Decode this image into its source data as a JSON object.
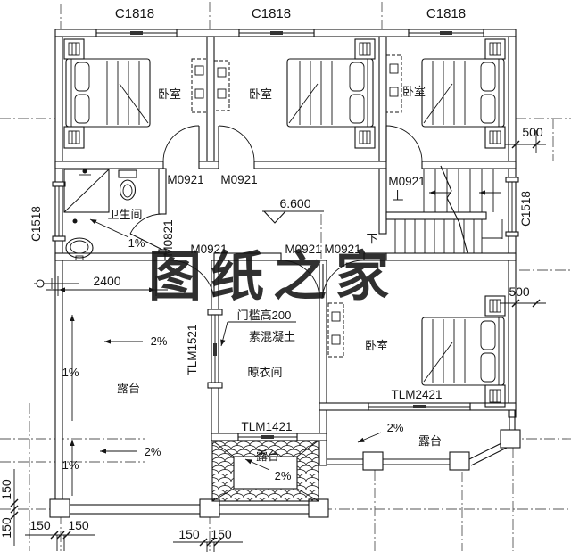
{
  "drawing": {
    "watermark": "图纸之家",
    "elevation": "6.600",
    "rooms": {
      "bedroom": "卧室",
      "bathroom": "卫生间",
      "terrace": "露台",
      "laundry": "晾衣间"
    },
    "windows": {
      "c1818": "C1818",
      "c1518": "C1518",
      "tlm1521": "TLM1521",
      "tlm1421": "TLM1421",
      "tlm2421": "TLM2421"
    },
    "doors": {
      "m0921": "M0921",
      "m0821": "M0821"
    },
    "stairs": {
      "up": "上",
      "down": "下"
    },
    "dims": {
      "d2400": "2400",
      "d500": "500",
      "d150": "150"
    },
    "slopes": {
      "p1": "1%",
      "p2": "2%"
    },
    "notes": {
      "threshold": "门槛高200",
      "concrete": "素混凝土"
    },
    "colors": {
      "watermark": "#df3126",
      "line": "#141414"
    }
  }
}
